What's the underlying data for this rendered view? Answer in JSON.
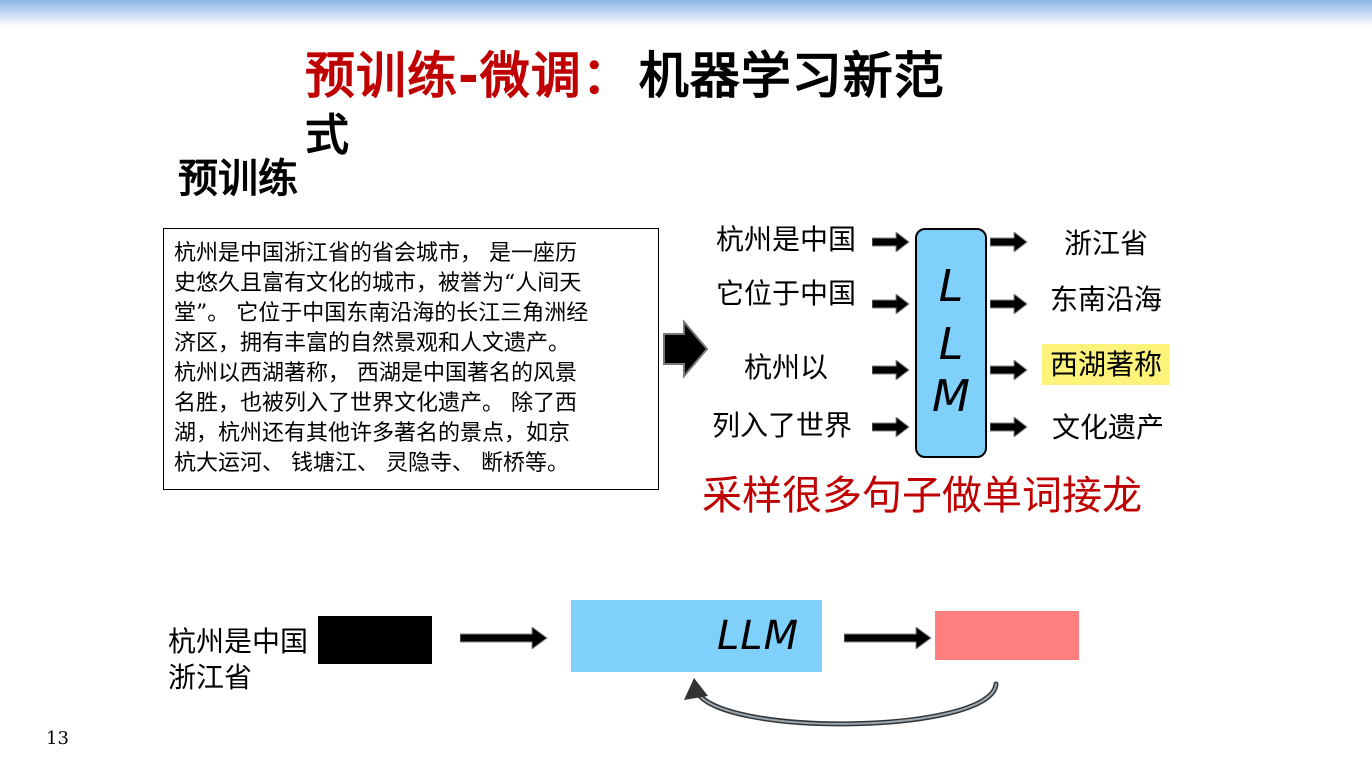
{
  "slide": {
    "title_red": "预训练-微调：",
    "title_black": "机器学习新范",
    "title_wrap": "式",
    "subtitle": "预训练",
    "paragraph_lines": [
      "杭州是中国浙江省的省会城市， 是一座历",
      "史悠久且富有文化的城市，被誉为“人间天",
      "堂”。 它位于中国东南沿海的长江三角洲经",
      "济区，拥有丰富的自然景观和人文遗产。",
      "杭州以西湖著称， 西湖是中国著名的风景",
      "名胜，也被列入了世界文化遗产。 除了西",
      "湖，杭州还有其他许多著名的景点，如京",
      "杭大运河、 钱塘江、 灵隐寺、 断桥等。"
    ],
    "llm_letters": [
      "L",
      "L",
      "M"
    ],
    "inputs": [
      "杭州是中国",
      "它位于中国",
      "杭州以",
      "列入了世界"
    ],
    "outputs": [
      "浙江省",
      "东南沿海",
      "西湖著称",
      "文化遗产"
    ],
    "highlight_color": "#fdf37a",
    "caption": "采样很多句子做单词接龙",
    "bottom": {
      "input_line1": "杭州是中国",
      "input_line2": "浙江省",
      "llm_label": "LLM"
    },
    "colors": {
      "accent_red": "#c00000",
      "llm_blue": "#7fd1fb",
      "output_pink": "#ff7f7f"
    },
    "page_number": "13"
  }
}
